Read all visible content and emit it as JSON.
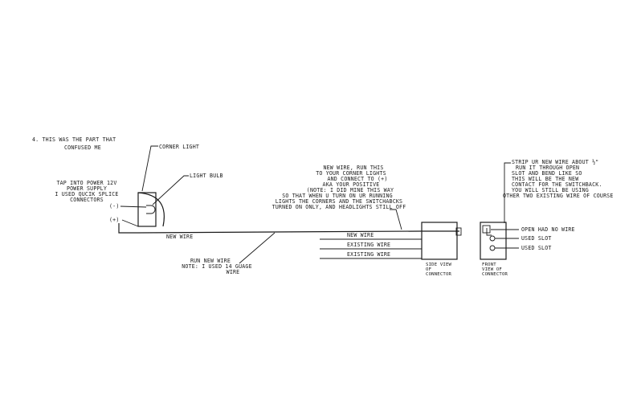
{
  "notes": {
    "step4": [
      "4. THIS WAS THE PART THAT",
      "CONFUSED ME"
    ],
    "corner_light": "CORNER LIGHT",
    "light_bulb": "LIGHT BULB",
    "tap_power": [
      "TAP INTO POWER 12V",
      "POWER SUPPLY",
      "I USED QUCIK SPLICE",
      "CONNECTORS"
    ],
    "neg": "(-)",
    "pos": "(+)",
    "new_wire_lower": "NEW WIRE",
    "run_new_wire": [
      "RUN NEW WIRE",
      "NOTE: I USED 14 GUAGE",
      "WIRE"
    ],
    "new_wire_run": [
      "NEW WIRE, RUN THIS",
      "TO YOUR CORNER LIGHTS",
      "AND CONNECT TO (+)",
      "AKA YOUR POSITIVE",
      "(NOTE: I DID MINE THIS WAY",
      "SO THAT WHEN U TURN ON UR RUNNING",
      "LIGHTS THE CORNERS AND THE SWITCHABCKS",
      "TURNED ON ONLY, AND HEADLIGHTS STILL OFF"
    ],
    "wire_new": "NEW WIRE",
    "wire_existing_1": "EXISTING WIRE",
    "wire_existing_2": "EXISTING WIRE",
    "side_view": [
      "SIDE VIEW",
      "OF",
      "CONNECTOR"
    ],
    "front_view": [
      "FRONT",
      "VIEW OF",
      "CONNECTOR"
    ],
    "strip": [
      "STRIP UR NEW WIRE ABOUT ½\"",
      "RUN IT THROUGH OPEN",
      "SLOT AND BEND LIKE SO",
      "THIS WILL BE THE NEW",
      "CONTACT FOR THE SWITCHBACK.",
      "YOU WILL STILL BE USING",
      "OTHER TWO EXISTING WIRE OF COURSE"
    ],
    "open_slot": "OPEN HAD NO WIRE",
    "used_slot_1": "USED SLOT",
    "used_slot_2": "USED SLOT"
  }
}
